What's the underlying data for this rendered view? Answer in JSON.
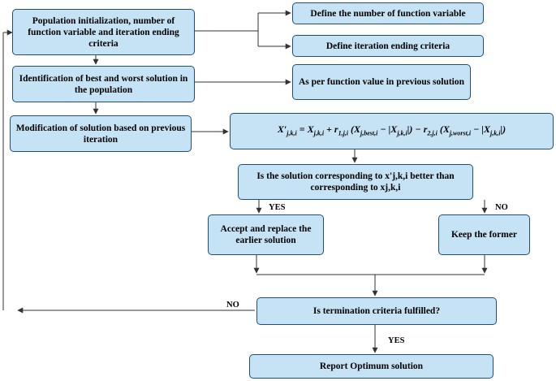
{
  "boxes": {
    "init": "Population initialization, number of function variable and iteration ending criteria",
    "define_vars": "Define the number of function variable",
    "define_end": "Define iteration ending criteria",
    "identify": "Identification of best and worst solution in the population",
    "per_value": "As per function value in previous solution",
    "modify": "Modification of solution based on previous iteration",
    "question": "Is the solution corresponding to x'j,k,i better than corresponding to xj,k,i",
    "accept": "Accept and replace the earlier solution",
    "keep": "Keep the former",
    "termination": "Is termination criteria fulfilled?",
    "report": "Report Optimum solution"
  },
  "labels": {
    "yes_branch": "YES",
    "no_branch": "NO",
    "no_loop": "NO",
    "yes_end": "YES"
  },
  "formula": {
    "lhs": "X′",
    "lhs_sub": "j,k,i",
    "eq": " = ",
    "x": "X",
    "x_sub": "j,k,i",
    "plus": " + ",
    "r1": "r",
    "r1_sub": "1,j,i",
    "open1": " (",
    "xbest": "X",
    "xbest_sub": "j,best,i",
    "minus_abs1": " − |",
    "xabs1": "X",
    "xabs1_sub": "j,k,i",
    "close1": "|) − ",
    "r2": "r",
    "r2_sub": "2,j,i",
    "open2": " (",
    "xworst": "X",
    "xworst_sub": "j,worst,i",
    "minus_abs2": " − |",
    "xabs2": "X",
    "xabs2_sub": "j,k,i",
    "close2": "|)"
  },
  "colors": {
    "box_fill": "#c5e3f5",
    "box_border": "#1f4e79",
    "arrow": "#333333"
  }
}
